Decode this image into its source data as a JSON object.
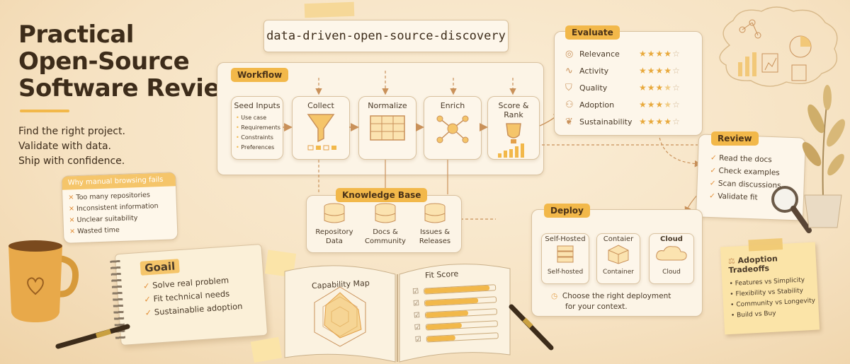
{
  "hero": {
    "title_lines": [
      "Practical",
      "Open-Source",
      "Software Review"
    ],
    "tagline_lines": [
      "Find the right project.",
      "Validate with data.",
      "Ship with confidence."
    ]
  },
  "topic": "data-driven-open-source-discovery",
  "why_fails": {
    "title": "Why manual browsing fails",
    "items": [
      "Too many repositories",
      "Inconsistent information",
      "Unclear suitability",
      "Wasted time"
    ]
  },
  "workflow": {
    "tag": "Workflow",
    "stages": [
      {
        "label": "Seed Inputs",
        "items": [
          "Use case",
          "Requirements",
          "Constraints",
          "Preferences"
        ]
      },
      {
        "label": "Collect"
      },
      {
        "label": "Normalize"
      },
      {
        "label": "Enrich"
      },
      {
        "label": "Score & Rank"
      }
    ]
  },
  "knowledge_base": {
    "tag": "Knowledge Base",
    "items": [
      {
        "lines": [
          "Repository",
          "Data"
        ]
      },
      {
        "lines": [
          "Docs &",
          "Community"
        ]
      },
      {
        "lines": [
          "Issues &",
          "Releases"
        ]
      }
    ]
  },
  "evaluate": {
    "tag": "Evaluate",
    "criteria": [
      {
        "label": "Relevance",
        "icon": "target-icon",
        "stars": 4
      },
      {
        "label": "Activity",
        "icon": "pulse-icon",
        "stars": 4
      },
      {
        "label": "Quality",
        "icon": "shield-icon",
        "stars": 3.5
      },
      {
        "label": "Adoption",
        "icon": "users-icon",
        "stars": 3.5
      },
      {
        "label": "Sustainability",
        "icon": "leaf-icon",
        "stars": 4
      }
    ]
  },
  "review": {
    "tag": "Review",
    "items": [
      "Read the docs",
      "Check examples",
      "Scan discussions",
      "Validate fit"
    ]
  },
  "deploy": {
    "tag": "Deploy",
    "options": [
      {
        "heading": "Self-Hosted",
        "caption": "Self-hosted"
      },
      {
        "heading": "Contaier",
        "caption": "Container"
      },
      {
        "heading": "Cloud",
        "caption": "Cloud"
      }
    ],
    "note_lines": [
      "Choose the right deployment",
      "for your context."
    ]
  },
  "goal": {
    "title": "Goail",
    "items": [
      "Solve real problem",
      "Fit technical needs",
      "Sustainablie adoption"
    ]
  },
  "notebook": {
    "left_title": "Capability Map",
    "right_title": "Fit Score",
    "fit_bars": [
      0.92,
      0.75,
      0.6,
      0.5,
      0.4
    ]
  },
  "tradeoffs": {
    "title": "Adoption Tradeoffs",
    "items": [
      "Features vs Simplicity",
      "Flexibility vs Stability",
      "Community vs Longevity",
      "Build vs Buy"
    ]
  },
  "colors": {
    "accent": "#f2b84a",
    "ink": "#4a3a28",
    "paper": "#fdf6ea",
    "line": "#c9915a"
  }
}
